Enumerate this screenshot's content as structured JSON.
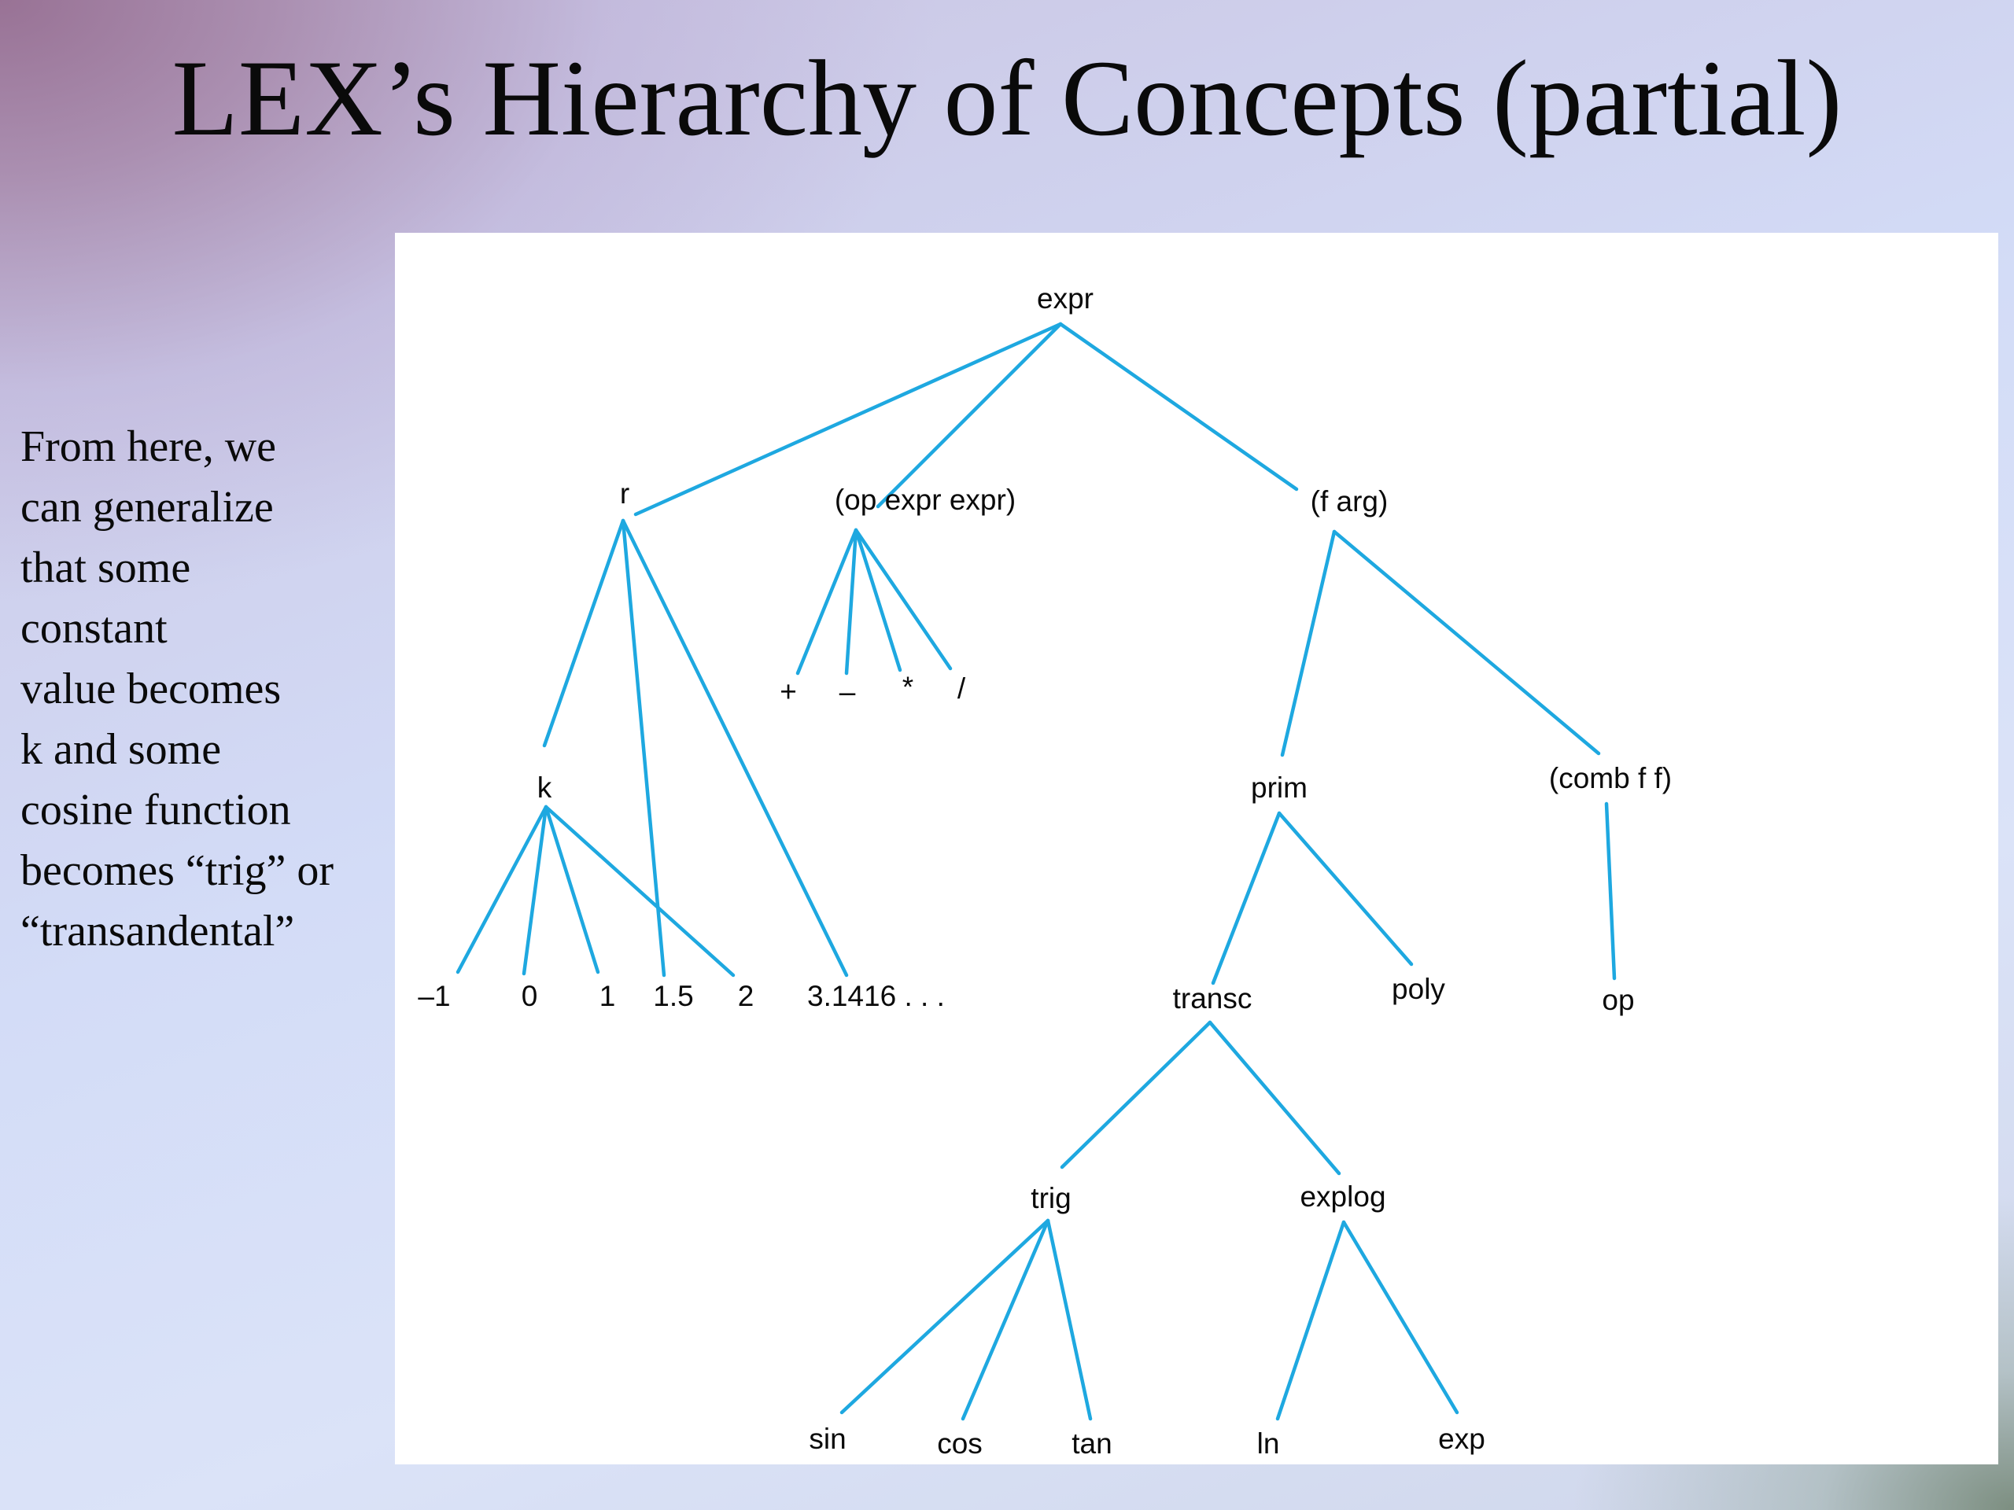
{
  "title": "LEX’s Hierarchy of Concepts (partial)",
  "side_text": [
    "From here, we",
    "can generalize",
    "that some",
    "constant",
    "value becomes",
    "k and some",
    "cosine function",
    "becomes “trig” or",
    "“transandental”"
  ],
  "tree": {
    "nodes": {
      "expr": "expr",
      "r": "r",
      "op_expr_expr": "(op expr expr)",
      "f_arg": "(f arg)",
      "k": "k",
      "plus": "+",
      "minus": "–",
      "times": "*",
      "divide": "/",
      "prim": "prim",
      "comb_f_f": "(comb f f)",
      "neg1": "–1",
      "zero": "0",
      "one": "1",
      "one_five": "1.5",
      "two": "2",
      "pi": "3.1416 . . .",
      "transc": "transc",
      "poly": "poly",
      "op": "op",
      "trig": "trig",
      "explog": "explog",
      "sin": "sin",
      "cos": "cos",
      "tan": "tan",
      "ln": "ln",
      "exp": "exp"
    },
    "edges": [
      [
        "expr",
        "r"
      ],
      [
        "expr",
        "op_expr_expr"
      ],
      [
        "expr",
        "f_arg"
      ],
      [
        "r",
        "k"
      ],
      [
        "r",
        "one_five"
      ],
      [
        "r",
        "pi"
      ],
      [
        "op_expr_expr",
        "plus"
      ],
      [
        "op_expr_expr",
        "minus"
      ],
      [
        "op_expr_expr",
        "times"
      ],
      [
        "op_expr_expr",
        "divide"
      ],
      [
        "f_arg",
        "prim"
      ],
      [
        "f_arg",
        "comb_f_f"
      ],
      [
        "k",
        "neg1"
      ],
      [
        "k",
        "zero"
      ],
      [
        "k",
        "one"
      ],
      [
        "k",
        "two"
      ],
      [
        "prim",
        "transc"
      ],
      [
        "prim",
        "poly"
      ],
      [
        "comb_f_f",
        "op"
      ],
      [
        "transc",
        "trig"
      ],
      [
        "transc",
        "explog"
      ],
      [
        "trig",
        "sin"
      ],
      [
        "trig",
        "cos"
      ],
      [
        "trig",
        "tan"
      ],
      [
        "explog",
        "ln"
      ],
      [
        "explog",
        "exp"
      ]
    ]
  },
  "colors": {
    "edge": "#1ea8e0",
    "text": "#0a0a0a"
  }
}
